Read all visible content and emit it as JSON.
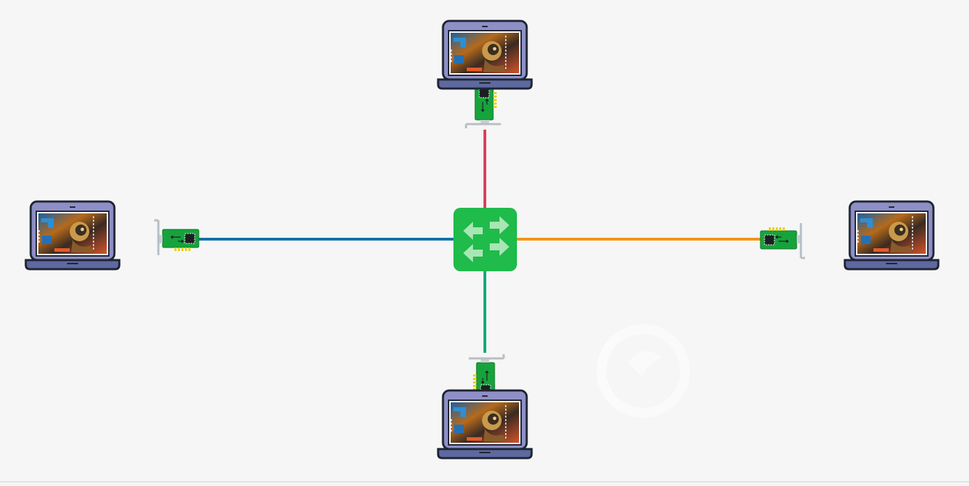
{
  "diagram": {
    "topology": "star",
    "switch": {
      "icon": "network-switch-icon",
      "color": "#1fbb4b",
      "arrow_color": "#a8e6b4"
    },
    "nodes": [
      {
        "id": "top",
        "device": "laptop",
        "adapter": "network-interface-card",
        "link_color": "#dc3d5e"
      },
      {
        "id": "left",
        "device": "laptop",
        "adapter": "network-interface-card",
        "link_color": "#0f72a8"
      },
      {
        "id": "right",
        "device": "laptop",
        "adapter": "network-interface-card",
        "link_color": "#f39412"
      },
      {
        "id": "bottom",
        "device": "laptop",
        "adapter": "network-interface-card",
        "link_color": "#10a977"
      }
    ],
    "colors": {
      "laptop_frame": "#1f2433",
      "laptop_lid": "#8e8fc6",
      "laptop_base": "#5d69a0",
      "nic_board": "#17a33b",
      "nic_bracket": "#b7bec4",
      "background": "#f6f6f6"
    }
  }
}
